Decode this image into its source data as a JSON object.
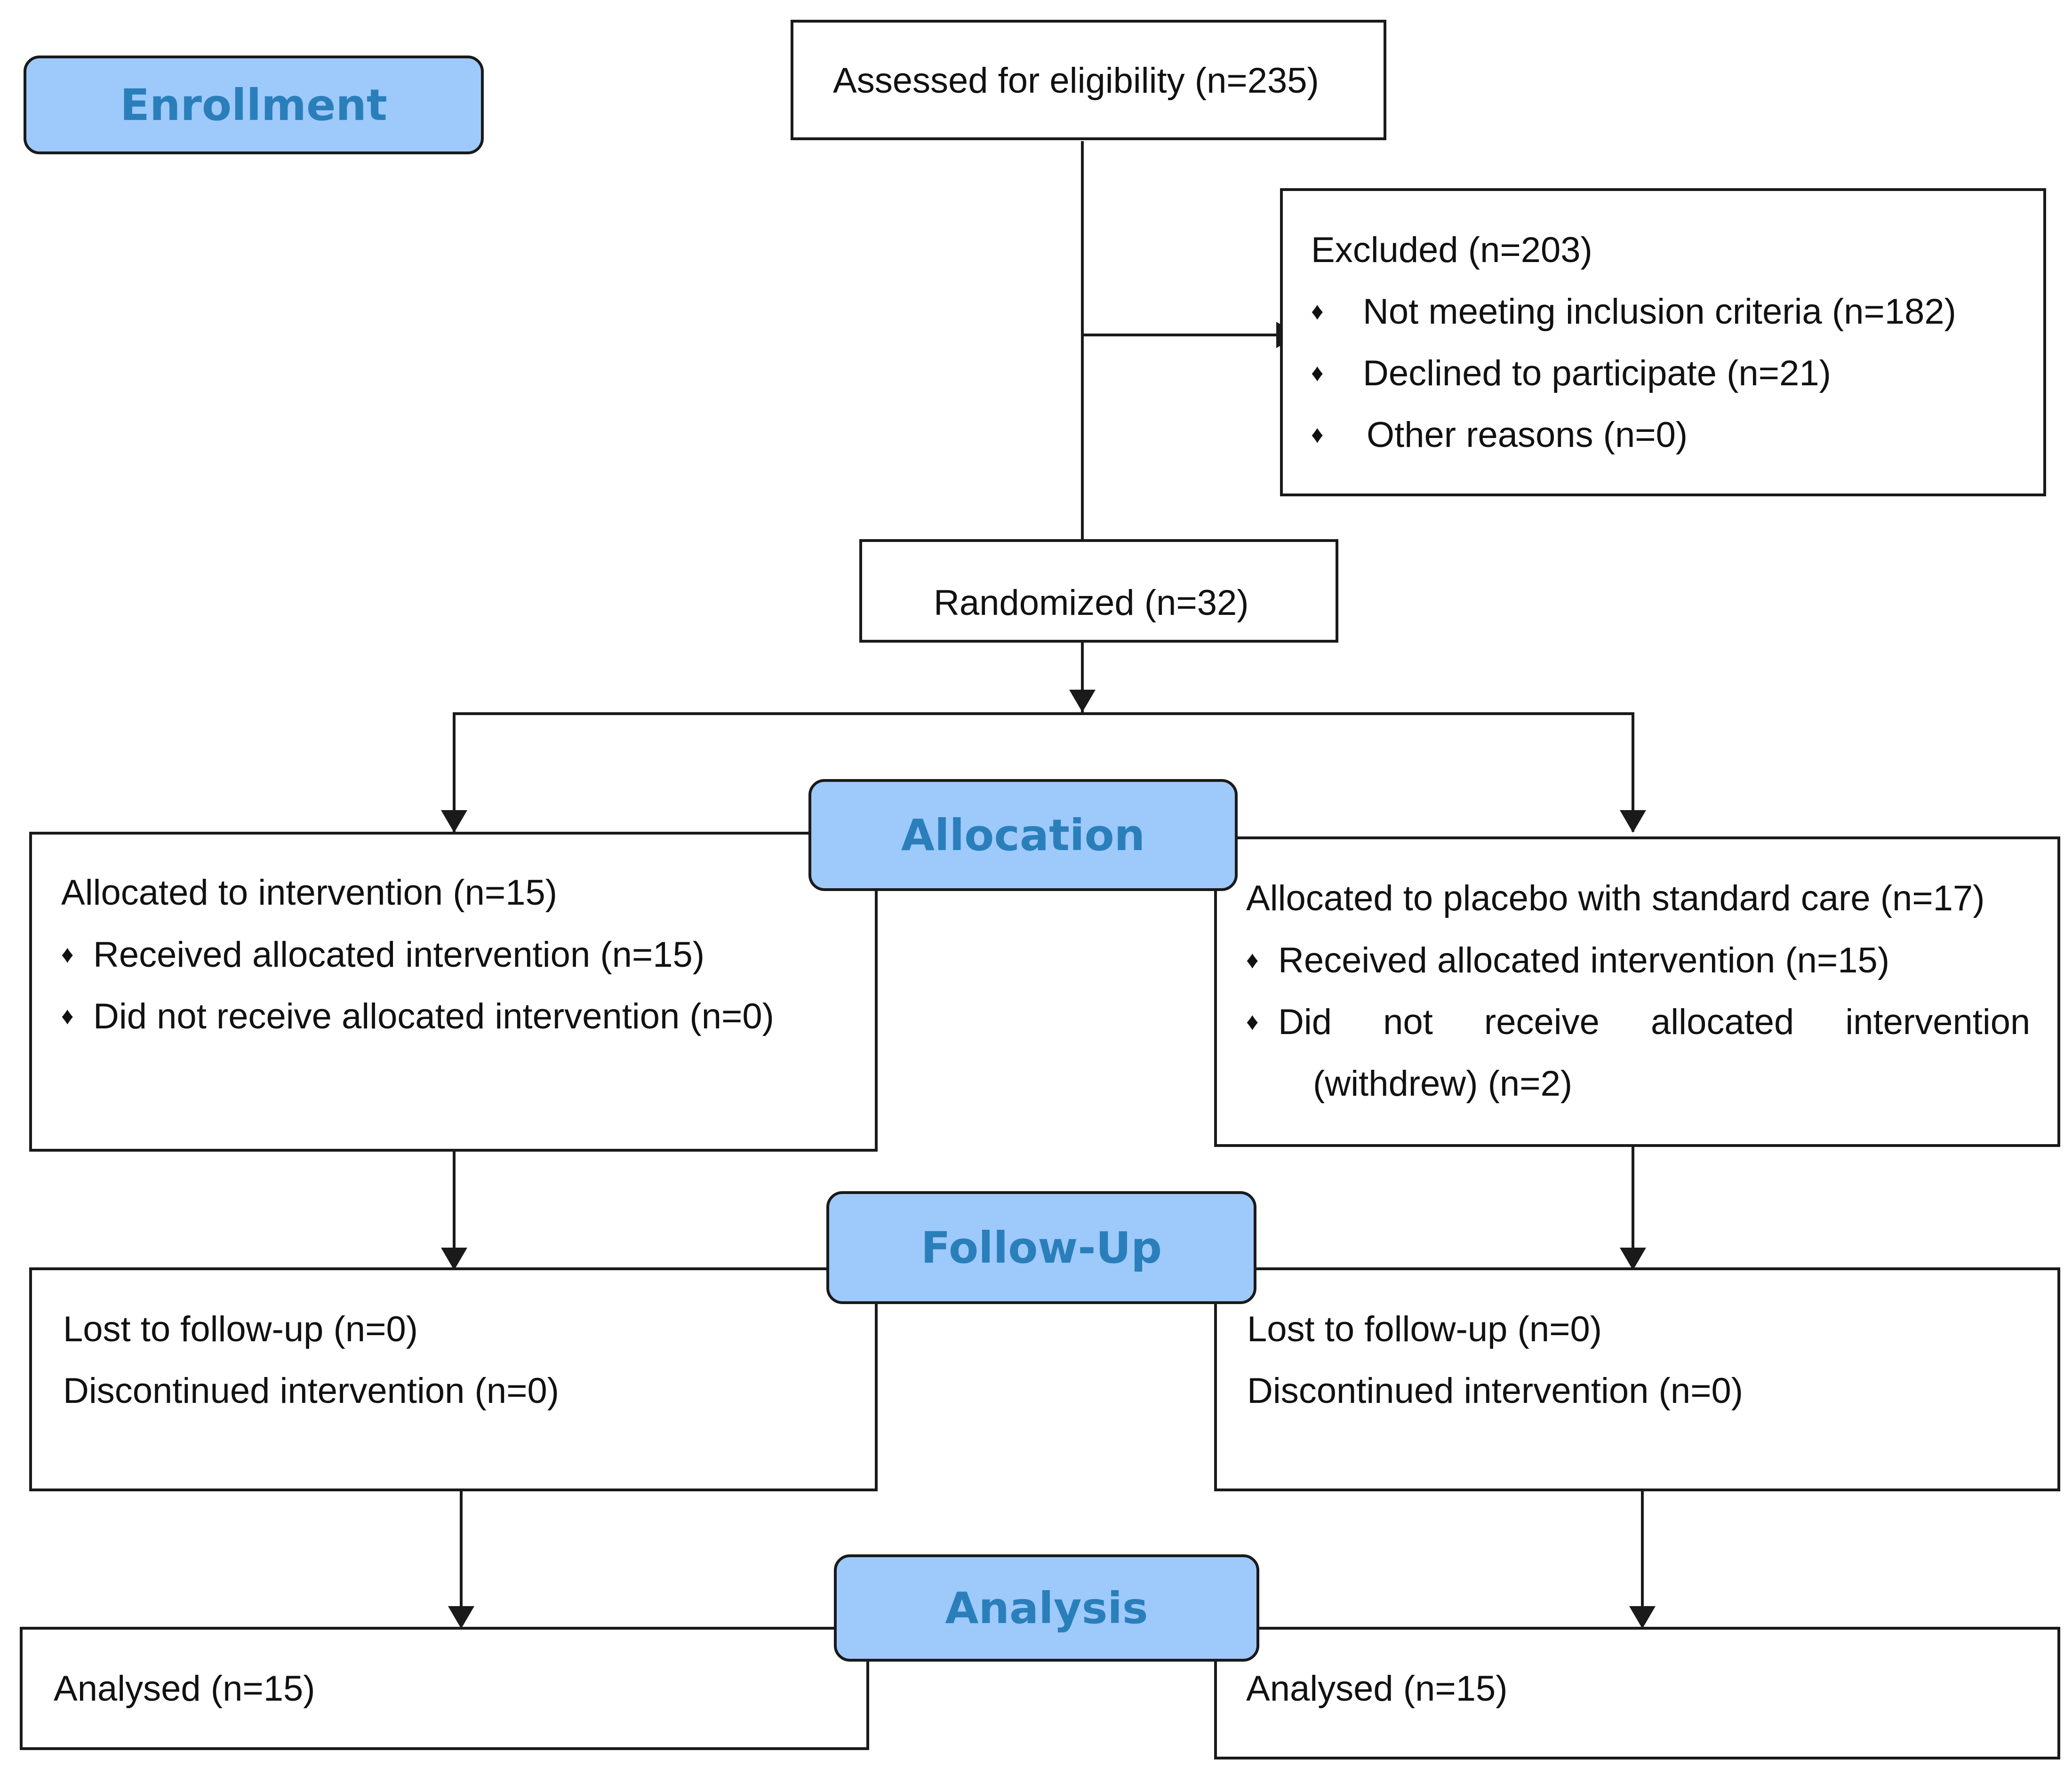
{
  "stages": {
    "enrollment": "Enrollment",
    "allocation": "Allocation",
    "follow_up": "Follow-Up",
    "analysis": "Analysis"
  },
  "assessed": "Assessed for eligibility (n=235)",
  "excluded": {
    "title": "Excluded (n=203)",
    "bullet_symbol": "♦",
    "items": [
      "Not meeting inclusion criteria (n=182)",
      "Declined to participate (n=21)",
      "Other reasons (n=0)"
    ]
  },
  "randomized": "Randomized (n=32)",
  "allocation": {
    "left": {
      "title": "Allocated to intervention (n=15)",
      "items": [
        "Received allocated intervention (n=15)",
        "Did not receive allocated intervention (n=0)"
      ]
    },
    "right": {
      "title": "Allocated to placebo with standard care (n=17)",
      "items": [
        "Received allocated intervention (n=15)",
        "Did not receive allocated intervention",
        "(withdrew) (n=2)"
      ]
    }
  },
  "follow_up": {
    "left": {
      "lost": "Lost to follow-up (n=0)",
      "discontinued": "Discontinued intervention (n=0)"
    },
    "right": {
      "lost": "Lost to follow-up (n=0)",
      "discontinued": "Discontinued intervention (n=0)"
    }
  },
  "analysis": {
    "left": "Analysed (n=15)",
    "right": "Analysed (n=15)"
  },
  "colors": {
    "stage_fill": "#9ec9fb",
    "stage_text": "#2a7fbb",
    "line": "#1a1a1a"
  }
}
